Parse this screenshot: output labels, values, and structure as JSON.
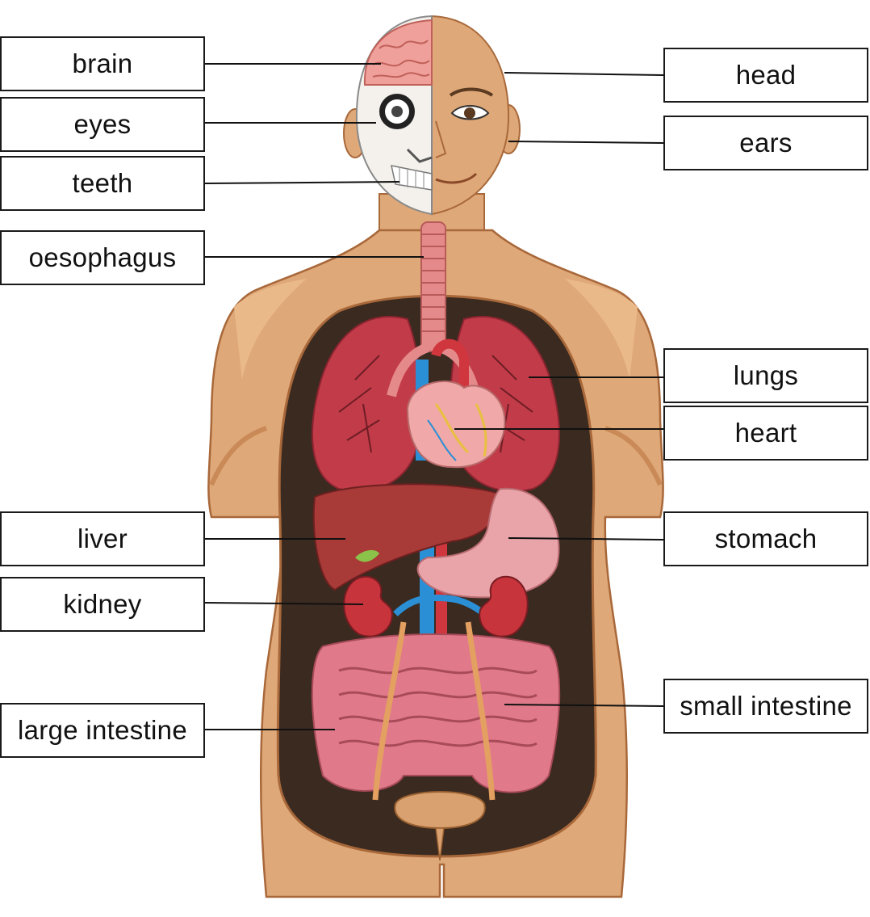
{
  "labels_left": [
    {
      "id": "brain",
      "text": "brain"
    },
    {
      "id": "eyes",
      "text": "eyes"
    },
    {
      "id": "teeth",
      "text": "teeth"
    },
    {
      "id": "oesophagus",
      "text": "oesophagus"
    },
    {
      "id": "liver",
      "text": "liver"
    },
    {
      "id": "kidney",
      "text": "kidney"
    },
    {
      "id": "large-intestine",
      "text": "large intestine"
    }
  ],
  "labels_right": [
    {
      "id": "head",
      "text": "head"
    },
    {
      "id": "ears",
      "text": "ears"
    },
    {
      "id": "lungs",
      "text": "lungs"
    },
    {
      "id": "heart",
      "text": "heart"
    },
    {
      "id": "stomach",
      "text": "stomach"
    },
    {
      "id": "small-intestine",
      "text": "small intestine"
    }
  ],
  "colors": {
    "skin": "#dfa878",
    "skin_shadow": "#c98a58",
    "skin_outline": "#a8683a",
    "cavity": "#3a2a20",
    "lung": "#c23b48",
    "heart": "#f0a8a8",
    "liver": "#a83a38",
    "stomach": "#e8a4a8",
    "kidney": "#c8343c",
    "intestine": "#e07a8a",
    "vessel_blue": "#2b8fd6",
    "vessel_red": "#d0363e",
    "brain": "#f0a09a",
    "skull": "#f4f1ec",
    "bladder": "#d9a070",
    "ureter": "#e3a060"
  }
}
